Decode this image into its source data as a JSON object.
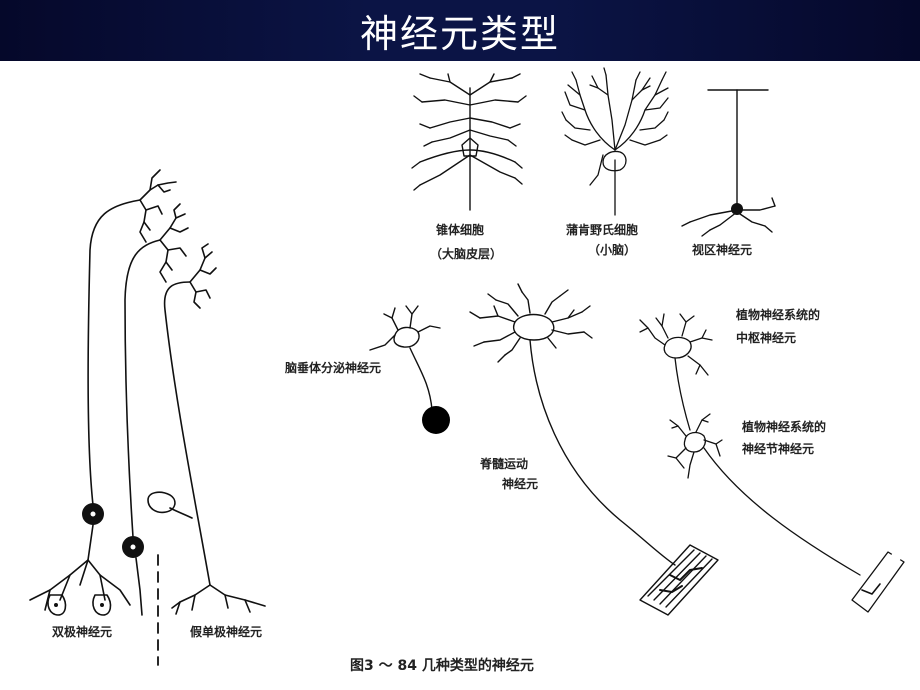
{
  "title": "神经元类型",
  "labels": {
    "pyramidal": "锥体细胞",
    "pyramidal_sub": "（大脑皮层）",
    "purkinje": "蒲肯野氏细胞",
    "purkinje_sub": "（小脑）",
    "visual": "视区神经元",
    "neurohypophysis": "脑垂体分泌神经元",
    "autonomic_central_1": "植物神经系统的",
    "autonomic_central_2": "中枢神经元",
    "autonomic_ganglion_1": "植物神经系统的",
    "autonomic_ganglion_2": "神经节神经元",
    "motor_1": "脊髓运动",
    "motor_2": "神经元",
    "bipolar": "双极神经元",
    "pseudounipolar": "假单极神经元"
  },
  "caption": "图3 ～ 84 几种类型的神经元"
}
